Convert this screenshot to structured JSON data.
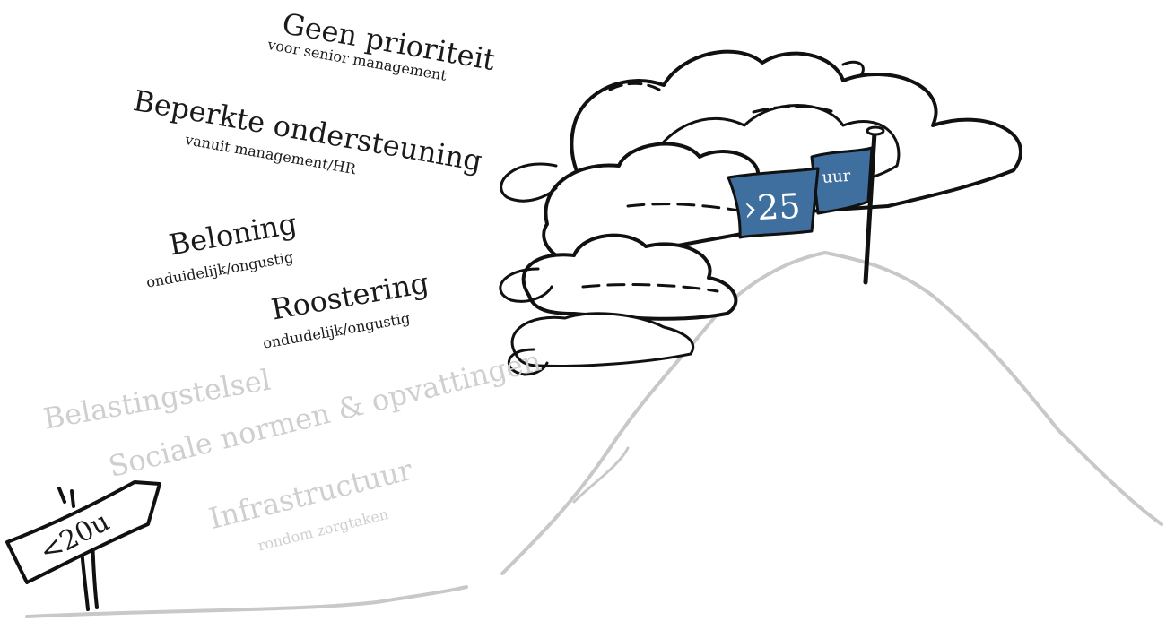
{
  "barriers": [
    {
      "title": "Geen prioriteit",
      "subtitle": "voor senior management"
    },
    {
      "title": "Beperkte ondersteuning",
      "subtitle": "vanuit management/HR"
    },
    {
      "title": "Beloning",
      "subtitle": "onduidelijk/ongustig"
    },
    {
      "title": "Roostering",
      "subtitle": "onduidelijk/ongustig"
    }
  ],
  "faded_barriers": [
    {
      "title": "Belastingstelsel"
    },
    {
      "title": "Sociale normen & opvattingen"
    },
    {
      "title": "Infrastructuur",
      "subtitle": "rondom zorgtaken"
    }
  ],
  "signpost": {
    "text": "<20u"
  },
  "flag": {
    "main": "›25",
    "unit": "uur"
  },
  "colors": {
    "flag": "#3f6f9e",
    "ink": "#1a1a1a",
    "faded": "#cfcfcf",
    "hill": "#c8c8c8"
  }
}
